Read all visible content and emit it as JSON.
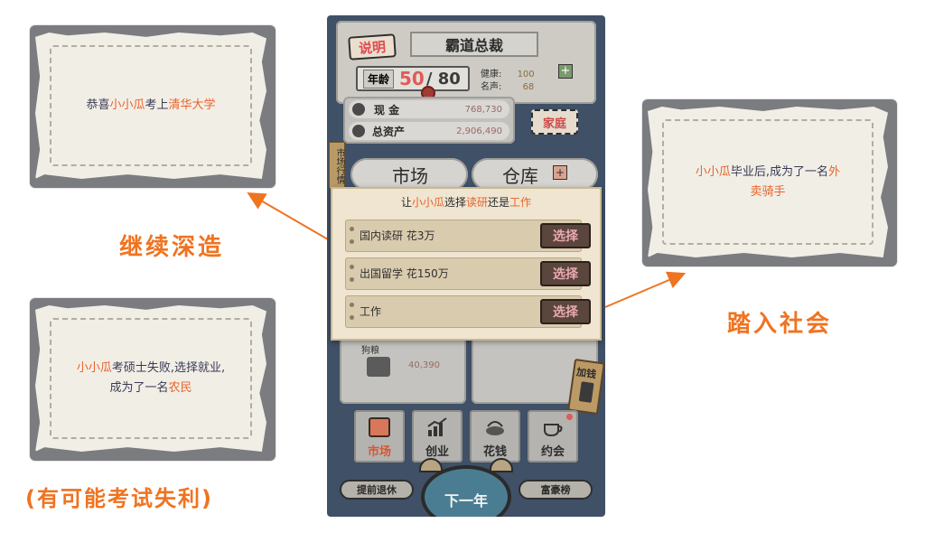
{
  "cards": {
    "top_left": {
      "pre": "恭喜",
      "name": "小小瓜",
      "mid": "考上",
      "school": "清华大学"
    },
    "bottom_left": {
      "name": "小小瓜",
      "line1": "考硕士失败,选择就业,",
      "line2_pre": "成为了一名",
      "job": "农民"
    },
    "right": {
      "name": "小小瓜",
      "line1": "毕业后,成为了一名",
      "job1": "外",
      "job2": "卖骑手"
    }
  },
  "captions": {
    "continue": "继续深造",
    "fail": "(有可能考试失利)",
    "society": "踏入社会"
  },
  "game": {
    "explain_btn": "说明",
    "title": "霸道总裁",
    "age_label": "年龄",
    "age_current": "50",
    "age_max": "/ 80",
    "health_label": "健康:",
    "health_value": "100",
    "fame_label": "名声:",
    "fame_value": "68",
    "cash_label": "现 金",
    "cash_value": "768,730",
    "assets_label": "总资产",
    "assets_value": "2,906,490",
    "family_btn": "家庭",
    "market_side": "市场行情",
    "market_label": "市场",
    "warehouse_label": "仓库",
    "item_name": "狗粮",
    "item_price": "40,390",
    "add_money": "加钱",
    "retire_btn": "提前退休",
    "rich_btn": "富豪榜",
    "next_year": "下一年"
  },
  "dialog": {
    "title_pre": "让",
    "title_name": "小小瓜",
    "title_mid": "选择",
    "title_a": "读研",
    "title_or": "还是",
    "title_b": "工作",
    "options": [
      {
        "label": "国内读研  花3万",
        "button": "选择"
      },
      {
        "label": "出国留学  花150万",
        "button": "选择"
      },
      {
        "label": "工作",
        "button": "选择"
      }
    ]
  },
  "nav": [
    {
      "label": "市场",
      "icon": "shop-icon"
    },
    {
      "label": "创业",
      "icon": "growth-chart-icon"
    },
    {
      "label": "花钱",
      "icon": "spend-icon"
    },
    {
      "label": "约会",
      "icon": "coffee-cup-icon"
    }
  ],
  "colors": {
    "accent": "#f07320",
    "highlight": "#e8632a",
    "phone_bg": "#3f5067"
  }
}
